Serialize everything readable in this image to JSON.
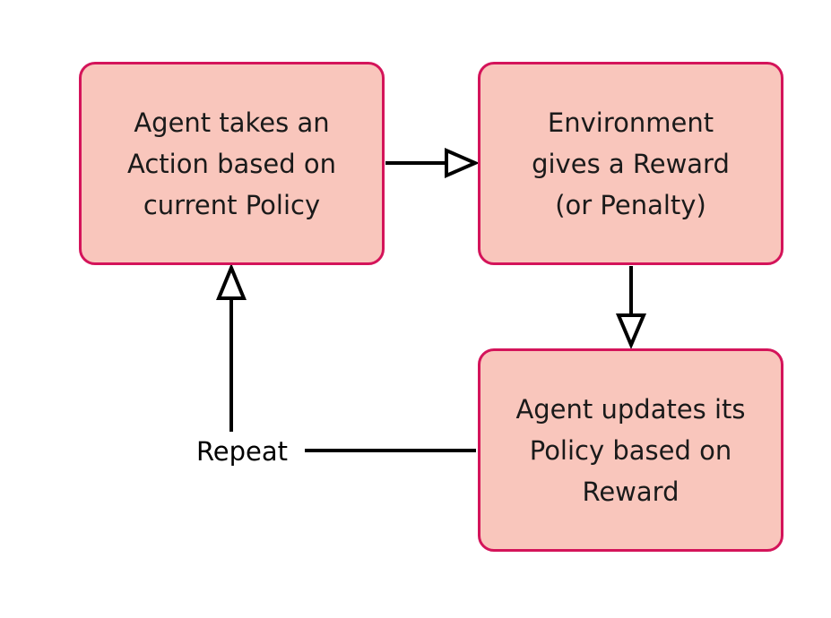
{
  "colors": {
    "node_fill": "#f9c6bc",
    "node_border": "#d4145a",
    "arrow": "#000000",
    "text": "#1a1a1a",
    "background": "#ffffff"
  },
  "nodes": {
    "action": {
      "text": "Agent takes an\nAction based on\ncurrent Policy"
    },
    "reward": {
      "text": "Environment\ngives a Reward\n(or Penalty)"
    },
    "update": {
      "text": "Agent updates its\nPolicy based on\nReward"
    }
  },
  "edges": {
    "repeat_label": "Repeat"
  }
}
